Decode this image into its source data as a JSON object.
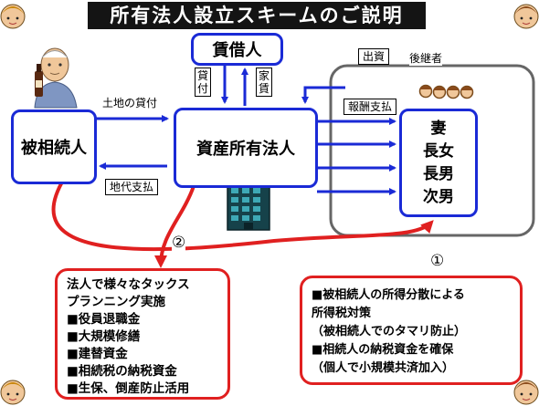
{
  "title": "所有法人設立スキームのご説明",
  "nodes": {
    "lessee": "賃借人",
    "decedent": "被相続人",
    "company": "資産所有法人",
    "heirs": [
      "妻",
      "長女",
      "長男",
      "次男"
    ]
  },
  "edge_labels": {
    "land_lease": "土地の貸付",
    "ground_rent": "地代支払",
    "rent_out": [
      "貸",
      "付"
    ],
    "house_rent": [
      "家",
      "賃"
    ],
    "investment": "出資",
    "successor": "後継者",
    "remuneration": "報酬支払"
  },
  "markers": {
    "one": "①",
    "two": "②"
  },
  "left_note": [
    "法人で様々なタックス",
    "プランニング実施",
    "■役員退職金",
    "■大規模修繕",
    "■建替資金",
    "■相続税の納税資金",
    "■生保、倒産防止活用"
  ],
  "right_note": [
    "■被相続人の所得分散による",
    "所得税対策",
    "（被相続人でのタマリ防止）",
    "■相続人の納税資金を確保",
    "（個人で小規模共済加入）"
  ],
  "colors": {
    "blue": "#1a2ad6",
    "red": "#e02020",
    "title_bg": "#141414"
  }
}
